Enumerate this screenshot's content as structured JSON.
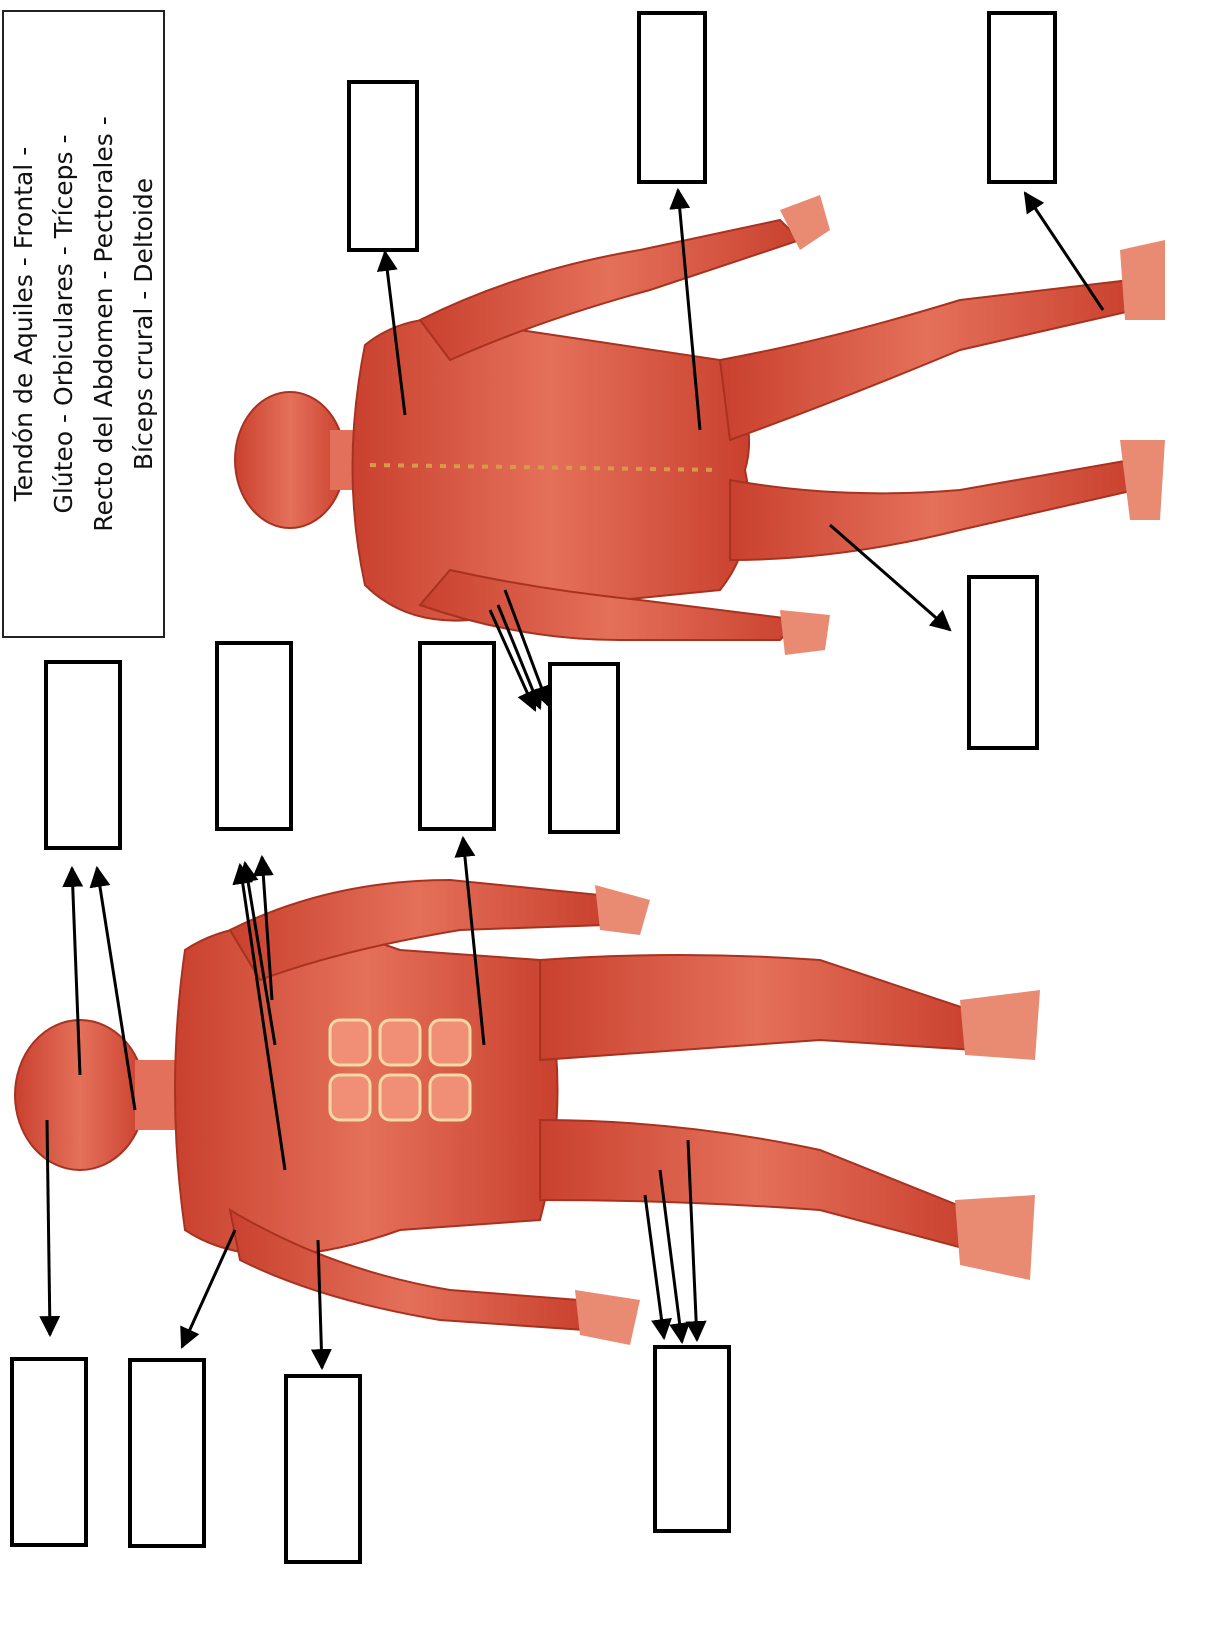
{
  "word_bank": {
    "lines": [
      "Tendón de Aquiles - Frontal -",
      "Glúteo - Orbiculares -  Tríceps -",
      "Recto del Abdomen - Pectorales -",
      "Bíceps crural - Deltoide"
    ]
  },
  "colors": {
    "muscle": "#d9503a",
    "muscle_light": "#ec8a72",
    "tendon": "#f2d9a6",
    "arrow": "#000000",
    "box_border": "#000000"
  },
  "answer_boxes": [
    {
      "id": "box-1"
    },
    {
      "id": "box-2"
    },
    {
      "id": "box-3"
    },
    {
      "id": "box-4"
    },
    {
      "id": "box-5"
    },
    {
      "id": "box-6"
    },
    {
      "id": "box-7"
    },
    {
      "id": "box-8"
    },
    {
      "id": "box-9"
    },
    {
      "id": "box-10"
    },
    {
      "id": "box-11"
    },
    {
      "id": "box-12"
    },
    {
      "id": "box-13"
    }
  ]
}
